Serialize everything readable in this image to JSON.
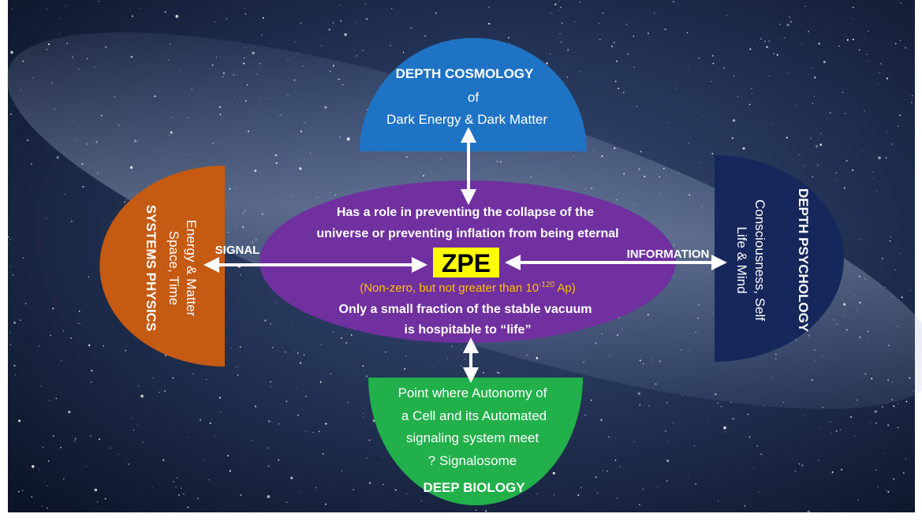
{
  "cosmology": {
    "title": "DEPTH  COSMOLOGY",
    "line2": "of",
    "line3": "Dark Energy & Dark Matter"
  },
  "physics": {
    "title": "SYSTEMS PHYSICS",
    "line2": "Space, Time",
    "line3": "Energy & Matter"
  },
  "psychology": {
    "title": "DEPTH  PSYCHOLOGY",
    "line2": "Consciousness, Self",
    "line3": "Life & Mind"
  },
  "biology": {
    "line1": "Point where Autonomy of",
    "line2": "a Cell and its Automated",
    "line3": "signaling system meet",
    "line4": "? Signalosome",
    "title": "DEEP BIOLOGY"
  },
  "center": {
    "top_line1": "Has a role in preventing the collapse of the",
    "top_line2": "universe or preventing inflation from being eternal",
    "zpe": "ZPE",
    "constraint_pre": "(Non-zero, but not greater than 10",
    "constraint_exp": "-120",
    "constraint_post": " Ap)",
    "bottom_line1": "Only a small fraction of the stable vacuum",
    "bottom_line2": "is hospitable to “life”"
  },
  "arrows": {
    "signal_label": "SIGNAL",
    "information_label": "INFORMATION"
  },
  "colors": {
    "cosmology_fill": "#1f73c4",
    "physics_fill": "#c55a12",
    "psychology_fill": "#16275c",
    "biology_fill": "#22b04b",
    "center_fill": "#7030a0",
    "zpe_highlight": "#ffff00",
    "constraint_text": "#ffc000"
  }
}
